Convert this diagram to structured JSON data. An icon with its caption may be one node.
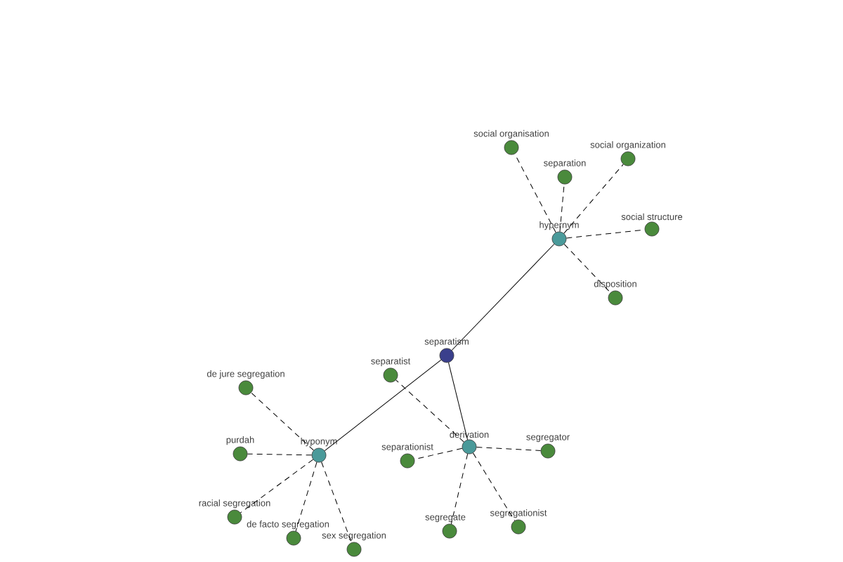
{
  "diagram": {
    "nodes": [
      {
        "text": [
          "separatism"
        ]
      },
      {
        "text": [
          "hypernym"
        ]
      },
      {
        "text": [
          "hyponym"
        ]
      },
      {
        "text": [
          "derivation"
        ]
      },
      {
        "text": [
          "social organisation"
        ]
      },
      {
        "text": [
          "separation"
        ]
      },
      {
        "text": [
          "social organization"
        ]
      },
      {
        "text": [
          "social structure"
        ]
      },
      {
        "text": [
          "disposition"
        ]
      },
      {
        "text": [
          "de jure segregation"
        ]
      },
      {
        "text": [
          "purdah"
        ]
      },
      {
        "text": [
          "racial segregation"
        ]
      },
      {
        "text": [
          "de facto segregation"
        ]
      },
      {
        "text": [
          "sex segregation"
        ]
      },
      {
        "text": [
          "separatist"
        ]
      },
      {
        "text": [
          "separationist"
        ]
      },
      {
        "text": [
          "segregator"
        ]
      },
      {
        "text": [
          "segregate"
        ]
      },
      {
        "text": [
          "segregationist"
        ]
      }
    ],
    "edges": [
      {
        "from": 0,
        "to": 1,
        "arrow": "none"
      },
      {
        "from": 0,
        "to": 2,
        "arrow": "none"
      },
      {
        "from": 0,
        "to": 3,
        "arrow": "none"
      },
      {
        "from": 1,
        "to": 4,
        "arrow": "none",
        "style": "dashed"
      },
      {
        "from": 1,
        "to": 5,
        "arrow": "none",
        "style": "dashed"
      },
      {
        "from": 1,
        "to": 6,
        "arrow": "none",
        "style": "dashed"
      },
      {
        "from": 1,
        "to": 7,
        "arrow": "none",
        "style": "dashed"
      },
      {
        "from": 1,
        "to": 8,
        "arrow": "none",
        "style": "dashed"
      },
      {
        "from": 2,
        "to": 9,
        "arrow": "none",
        "style": "dashed"
      },
      {
        "from": 2,
        "to": 10,
        "arrow": "none",
        "style": "dashed"
      },
      {
        "from": 2,
        "to": 11,
        "arrow": "none",
        "style": "dashed"
      },
      {
        "from": 2,
        "to": 12,
        "arrow": "none",
        "style": "dashed"
      },
      {
        "from": 2,
        "to": 13,
        "arrow": "none",
        "style": "dashed"
      },
      {
        "from": 3,
        "to": 14,
        "arrow": "none",
        "style": "dashed"
      },
      {
        "from": 3,
        "to": 15,
        "arrow": "none",
        "style": "dashed"
      },
      {
        "from": 3,
        "to": 16,
        "arrow": "none",
        "style": "dashed"
      },
      {
        "from": 3,
        "to": 17,
        "arrow": "none",
        "style": "dashed"
      },
      {
        "from": 3,
        "to": 18,
        "arrow": "none",
        "style": "dashed"
      }
    ]
  }
}
